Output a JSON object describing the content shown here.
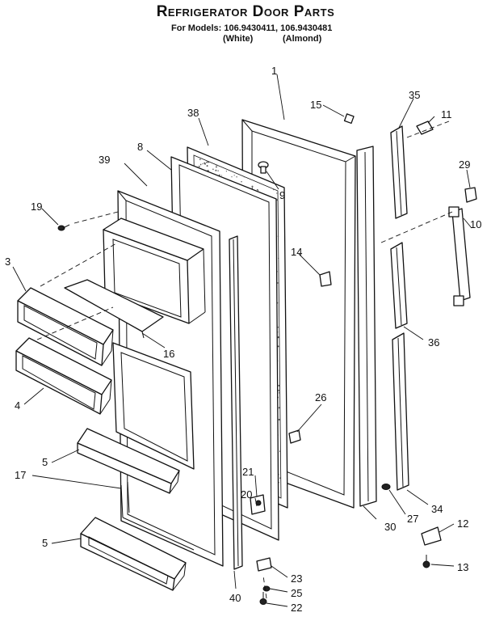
{
  "header": {
    "title": "Refrigerator Door Parts",
    "models_line": "For Models: 106.9430411, 106.9430481",
    "color_white": "(White)",
    "color_almond": "(Almond)"
  },
  "callouts": {
    "c1": "1",
    "c3": "3",
    "c4": "4",
    "c5a": "5",
    "c5b": "5",
    "c8": "8",
    "c9": "9",
    "c10": "10",
    "c11": "11",
    "c12": "12",
    "c13": "13",
    "c14": "14",
    "c15": "15",
    "c16": "16",
    "c17": "17",
    "c19": "19",
    "c20": "20",
    "c21": "21",
    "c22": "22",
    "c23": "23",
    "c25": "25",
    "c26": "26",
    "c27": "27",
    "c29": "29",
    "c30": "30",
    "c34": "34",
    "c35": "35",
    "c36": "36",
    "c38": "38",
    "c39": "39",
    "c40": "40"
  }
}
